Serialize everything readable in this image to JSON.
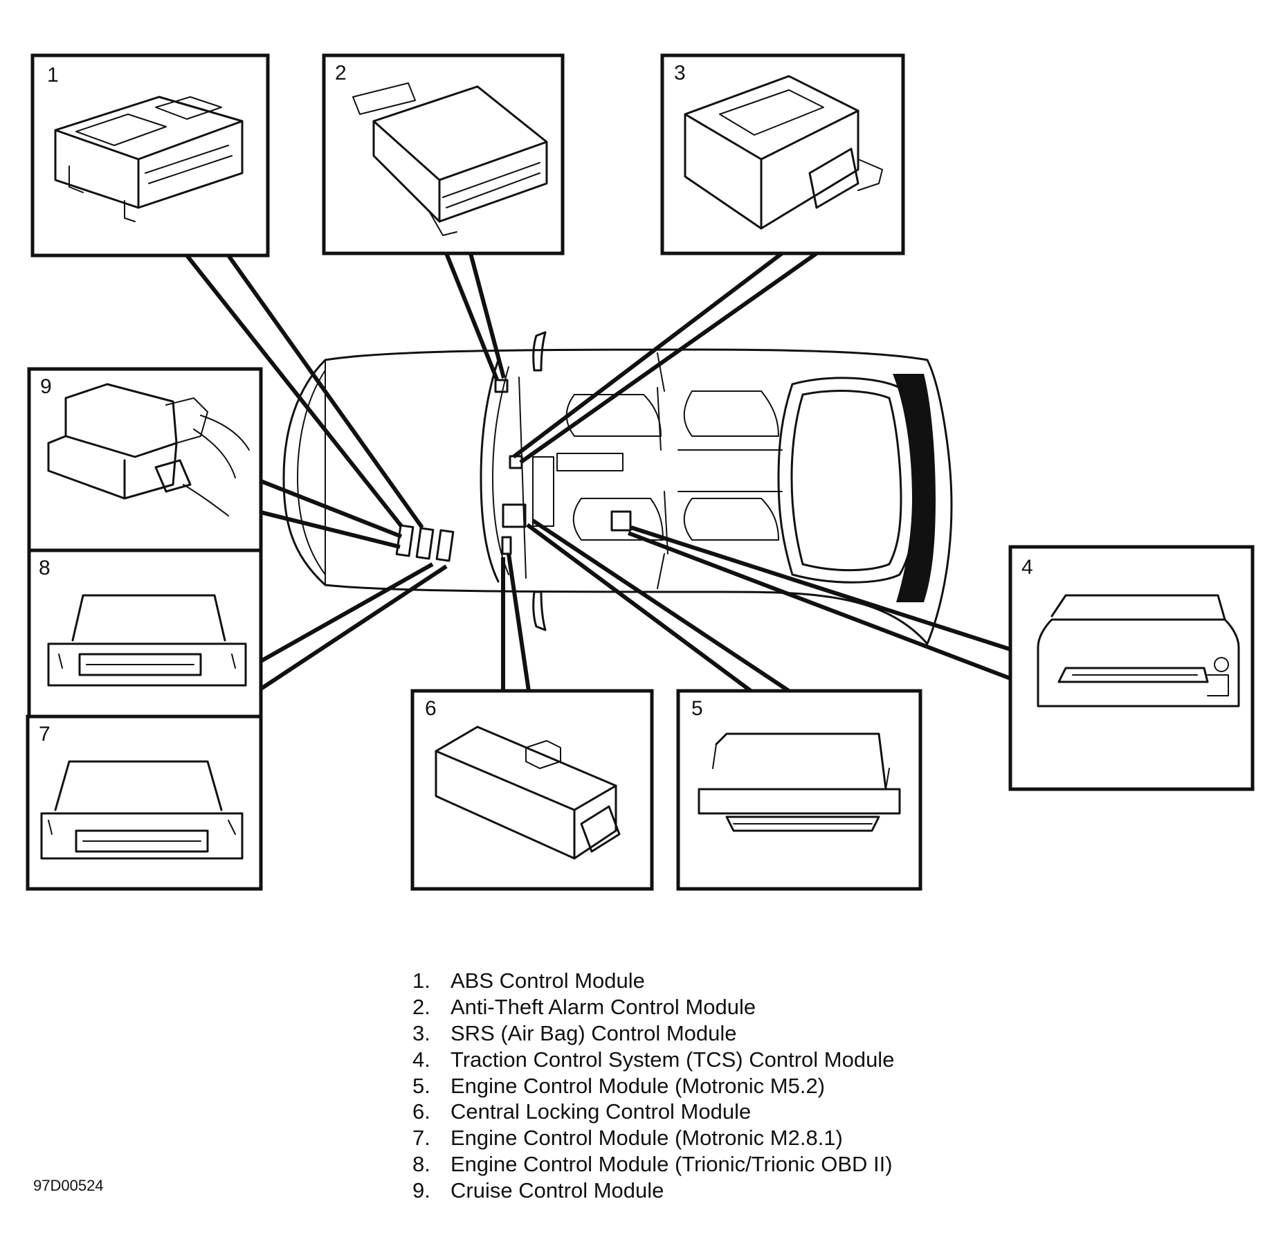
{
  "callouts": [
    "1",
    "2",
    "3",
    "4",
    "5",
    "6",
    "7",
    "8",
    "9"
  ],
  "legend": [
    {
      "num": "1.",
      "label": "ABS Control Module"
    },
    {
      "num": "2.",
      "label": "Anti-Theft Alarm Control Module"
    },
    {
      "num": "3.",
      "label": "SRS (Air Bag) Control Module"
    },
    {
      "num": "4.",
      "label": "Traction Control System (TCS) Control Module"
    },
    {
      "num": "5.",
      "label": "Engine Control Module (Motronic M5.2)"
    },
    {
      "num": "6.",
      "label": "Central Locking Control Module"
    },
    {
      "num": "7.",
      "label": "Engine Control Module (Motronic M2.8.1)"
    },
    {
      "num": "8.",
      "label": "Engine Control Module (Trionic/Trionic OBD II)"
    },
    {
      "num": "9.",
      "label": "Cruise Control Module"
    }
  ],
  "figure_id": "97D00524",
  "colors": {
    "ink": "#111111",
    "background": "#ffffff"
  }
}
